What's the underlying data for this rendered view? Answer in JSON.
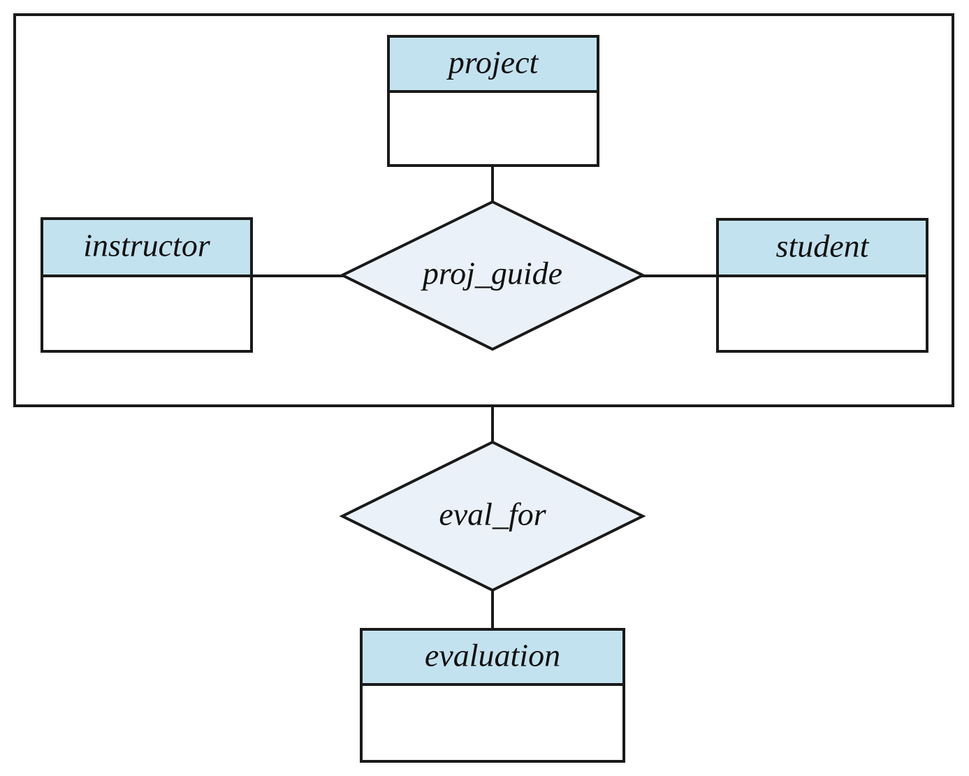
{
  "diagram": {
    "title": "ER diagram with aggregation",
    "type": "entity-relationship-diagram",
    "colors": {
      "entity_header_fill": "#c3e2ef",
      "entity_body_fill": "#ffffff",
      "relationship_fill": "#eaf1f8",
      "stroke": "#1a1a1a",
      "background": "#ffffff"
    },
    "aggregation_box": {
      "label": "",
      "contains": [
        "project",
        "instructor",
        "student",
        "proj_guide"
      ]
    },
    "entities": [
      {
        "id": "project",
        "label": "project",
        "attributes_text": ""
      },
      {
        "id": "instructor",
        "label": "instructor",
        "attributes_text": ""
      },
      {
        "id": "student",
        "label": "student",
        "attributes_text": ""
      },
      {
        "id": "evaluation",
        "label": "evaluation",
        "attributes_text": ""
      }
    ],
    "relationships": [
      {
        "id": "proj_guide",
        "label": "proj_guide",
        "connects": [
          "project",
          "instructor",
          "student"
        ]
      },
      {
        "id": "eval_for",
        "label": "eval_for",
        "connects": [
          "aggregation_box",
          "evaluation"
        ]
      }
    ],
    "edges": [
      {
        "id": "project-to-proj_guide",
        "from": "project",
        "to": "proj_guide"
      },
      {
        "id": "instructor-to-proj_guide",
        "from": "instructor",
        "to": "proj_guide"
      },
      {
        "id": "student-to-proj_guide",
        "from": "student",
        "to": "proj_guide"
      },
      {
        "id": "aggregation-to-eval_for",
        "from": "aggregation_box",
        "to": "eval_for"
      },
      {
        "id": "eval_for-to-evaluation",
        "from": "eval_for",
        "to": "evaluation"
      }
    ]
  }
}
